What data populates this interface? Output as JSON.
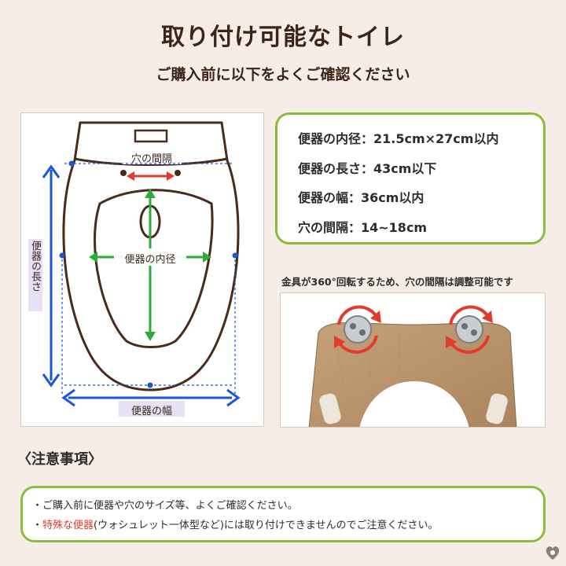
{
  "header": {
    "title": "取り付け可能なトイレ",
    "subtitle": "ご購入前に以下をよくご確認ください"
  },
  "diagram": {
    "hole_spacing_label": "穴の間隔",
    "inner_diameter_label": "便器の内径",
    "length_label": "便器の長さ",
    "width_label": "便器の幅"
  },
  "specs": [
    "便器の内径：21.5cm×27cm以内",
    "便器の長さ：43cm以下",
    "便器の幅：36cm以内",
    "穴の間隔：14~18cm"
  ],
  "photo": {
    "caption": "金具が360°回転するため、穴の間隔は調整可能です"
  },
  "notes": {
    "heading": "〈注意事項〉",
    "line1": "・ご購入前に便器や穴のサイズ等、よくご確認ください。",
    "line2_prefix": "・",
    "line2_warn": "特殊な便器",
    "line2_rest": "(ウォシュレット一体型など)には取り付けできませんのでご注意ください。"
  },
  "colors": {
    "accent_green": "#8bbb3c",
    "arrow_red": "#e23a2c",
    "arrow_blue": "#1a56d6",
    "toilet_brown": "#4a2a1c"
  }
}
